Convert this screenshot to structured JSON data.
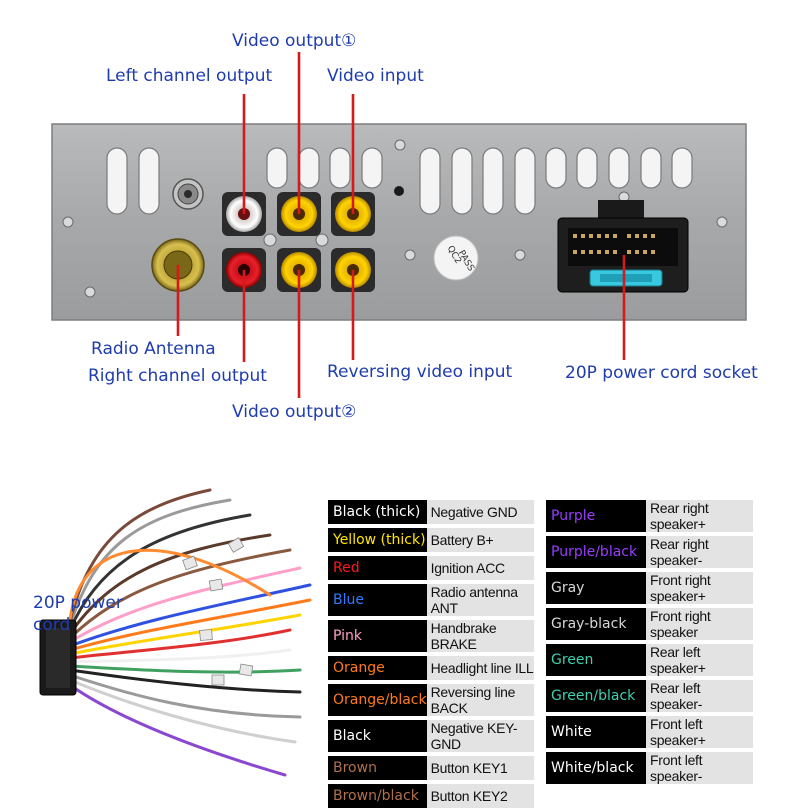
{
  "labels": {
    "video_output_1": "Video output①",
    "left_channel_output": "Left channel output",
    "video_input": "Video input",
    "radio_antenna": "Radio Antenna",
    "right_channel_output": "Right channel output",
    "reversing_video_input": "Reversing video input",
    "power_cord_socket": "20P power cord socket",
    "video_output_2": "Video output②",
    "harness_title_line1": "20P power",
    "harness_title_line2": "cord",
    "stamp_line1": "QC2",
    "stamp_line2": "PASS"
  },
  "wires_left": [
    {
      "color_name": "Black (thick)",
      "function": "Negative GND",
      "text_color": "#ffffff"
    },
    {
      "color_name": "Yellow (thick)",
      "function": "Battery B+",
      "text_color": "#ffe600"
    },
    {
      "color_name": "Red",
      "function": "Ignition ACC",
      "text_color": "#ff1a1a"
    },
    {
      "color_name": "Blue",
      "function": "Radio antenna ANT",
      "text_color": "#2f7bff"
    },
    {
      "color_name": "Pink",
      "function": "Handbrake BRAKE",
      "text_color": "#ff9ec8"
    },
    {
      "color_name": "Orange",
      "function": "Headlight line ILL",
      "text_color": "#ff7a1a"
    },
    {
      "color_name": "Orange/black",
      "function": "Reversing line BACK",
      "text_color": "#ff7a1a"
    },
    {
      "color_name": "Black",
      "function": "Negative KEY-GND",
      "text_color": "#ffffff"
    },
    {
      "color_name": "Brown",
      "function": "Button KEY1",
      "text_color": "#b07050"
    },
    {
      "color_name": "Brown/black",
      "function": "Button KEY2",
      "text_color": "#b07050"
    }
  ],
  "wires_right": [
    {
      "color_name": "Purple",
      "function": "Rear right speaker+",
      "text_color": "#9a3dff"
    },
    {
      "color_name": "Purple/black",
      "function": "Rear right speaker-",
      "text_color": "#9a3dff"
    },
    {
      "color_name": "Gray",
      "function": "Front right speaker+",
      "text_color": "#d8d8d8"
    },
    {
      "color_name": "Gray-black",
      "function": "Front right speaker",
      "text_color": "#d8d8d8"
    },
    {
      "color_name": "Green",
      "function": "Rear left speaker+",
      "text_color": "#3fd0b0"
    },
    {
      "color_name": "Green/black",
      "function": "Rear left speaker-",
      "text_color": "#3fd0b0"
    },
    {
      "color_name": "White",
      "function": "Front left speaker+",
      "text_color": "#ffffff"
    },
    {
      "color_name": "White/black",
      "function": "Front left speaker-",
      "text_color": "#ffffff"
    }
  ],
  "colors": {
    "label_blue": "#1f3cae",
    "leader_red": "#d41a1a",
    "panel_gray": "#a9abad"
  }
}
